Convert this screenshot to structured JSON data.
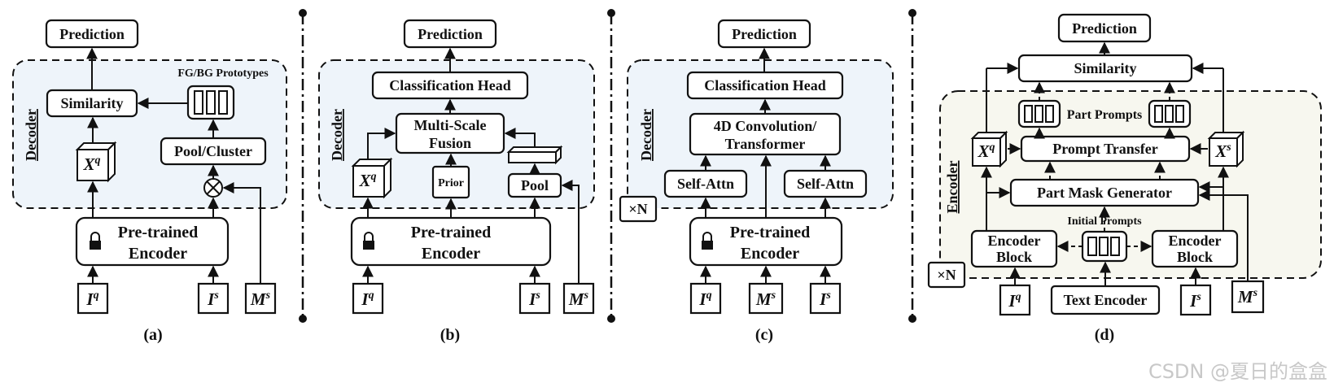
{
  "panels": [
    {
      "caption": "(a)",
      "region_label": "Decoder",
      "boxes": {
        "prediction": "Prediction",
        "similarity": "Similarity",
        "proto_label": "FG/BG Prototypes",
        "pool": "Pool/Cluster",
        "encoder_line1": "Pre-trained",
        "encoder_line2": "Encoder"
      },
      "feature": {
        "base": "X",
        "sup": "q"
      },
      "inputs": [
        {
          "base": "I",
          "sup": "q"
        },
        {
          "base": "I",
          "sup": "s"
        },
        {
          "base": "M",
          "sup": "s"
        }
      ]
    },
    {
      "caption": "(b)",
      "region_label": "Decoder",
      "boxes": {
        "prediction": "Prediction",
        "head": "Classification Head",
        "fusion_line1": "Multi-Scale",
        "fusion_line2": "Fusion",
        "prior": "Prior",
        "pool": "Pool",
        "encoder_line1": "Pre-trained",
        "encoder_line2": "Encoder"
      },
      "feature": {
        "base": "X",
        "sup": "q"
      },
      "inputs": [
        {
          "base": "I",
          "sup": "q"
        },
        {
          "base": "I",
          "sup": "s"
        },
        {
          "base": "M",
          "sup": "s"
        }
      ]
    },
    {
      "caption": "(c)",
      "region_label": "Decoder",
      "repeat": "×N",
      "boxes": {
        "prediction": "Prediction",
        "head": "Classification Head",
        "conv_line1": "4D  Convolution/",
        "conv_line2": "Transformer",
        "attn_left": "Self-Attn",
        "attn_right": "Self-Attn",
        "encoder_line1": "Pre-trained",
        "encoder_line2": "Encoder"
      },
      "inputs": [
        {
          "base": "I",
          "sup": "q"
        },
        {
          "base": "M",
          "sup": "s"
        },
        {
          "base": "I",
          "sup": "s"
        }
      ]
    },
    {
      "caption": "(d)",
      "region_label": "Encoder",
      "repeat": "×N",
      "boxes": {
        "prediction": "Prediction",
        "similarity": "Similarity",
        "part_prompts": "Part Prompts",
        "prompt_transfer": "Prompt Transfer",
        "mask_generator": "Part Mask Generator",
        "initial_prompts": "Initial Prompts",
        "block_left_line1": "Encoder",
        "block_left_line2": "Block",
        "block_right_line1": "Encoder",
        "block_right_line2": "Block",
        "text_encoder": "Text Encoder"
      },
      "feature_left": {
        "base": "X",
        "sup": "q"
      },
      "feature_right": {
        "base": "X",
        "sup": "s"
      },
      "inputs": [
        {
          "base": "I",
          "sup": "q"
        },
        {
          "base": "I",
          "sup": "s"
        },
        {
          "base": "M",
          "sup": "s"
        }
      ]
    }
  ],
  "watermark": "CSDN @夏日的盒盒",
  "colors": {
    "stroke": "#111111",
    "region_fill": "#eef4fa",
    "region_fill_d": "#f7f7ef",
    "box_fill": "#ffffff"
  }
}
